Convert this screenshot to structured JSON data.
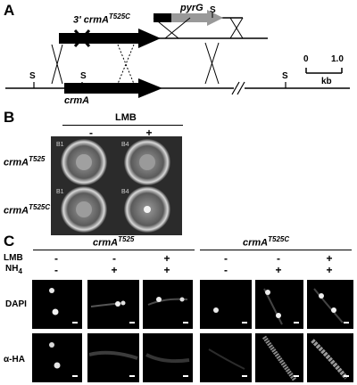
{
  "panel_a": {
    "label": "A",
    "upper_gene": "3' crmA",
    "upper_gene_sup": "T525C",
    "marker_gene": "pyrG",
    "site_label": "S",
    "lower_gene": "crmA",
    "scale_start": "0",
    "scale_end": "1.0",
    "scale_unit": "kb"
  },
  "panel_b": {
    "label": "B",
    "column_header": "LMB",
    "col_minus": "-",
    "col_plus": "+",
    "rows": [
      {
        "gene": "crmA",
        "sup": "T525",
        "tags": [
          "B1",
          "B4"
        ]
      },
      {
        "gene": "crmA",
        "sup": "T525C",
        "tags": [
          "B1",
          "B4"
        ]
      }
    ]
  },
  "panel_c": {
    "label": "C",
    "group1_gene": "crmA",
    "group1_sup": "T525",
    "group2_gene": "crmA",
    "group2_sup": "T525C",
    "row_lmb": "LMB",
    "row_nh4": "NH",
    "row_nh4_sub": "4",
    "lmb_signs": [
      "-",
      "-",
      "+",
      "-",
      "-",
      "+"
    ],
    "nh4_signs": [
      "-",
      "+",
      "+",
      "-",
      "+",
      "+"
    ],
    "image_rows": [
      "DAPI",
      "α-HA"
    ]
  }
}
